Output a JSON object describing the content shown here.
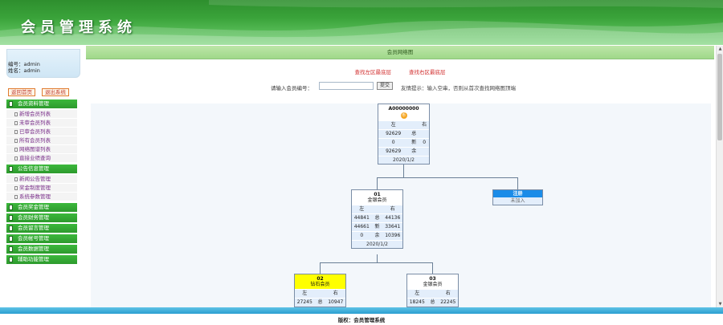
{
  "header": {
    "title": "会员管理系统"
  },
  "user": {
    "number_label": "编号：",
    "number": "admin",
    "name_label": "姓名：",
    "name": "admin"
  },
  "side_buttons": {
    "home": "返回首页",
    "exit": "退出系统"
  },
  "menu": {
    "group1": "会员资料管理",
    "group1_items": [
      "新增会员列表",
      "未审会员列表",
      "已审会员列表",
      "所有会员列表",
      "网络图谱列表",
      "直接业绩查询"
    ],
    "group2": "公告信息管理",
    "group2_items": [
      "新闻公告管理",
      "奖金制度管理",
      "系统参数管理"
    ],
    "group3": "会员奖金管理",
    "group4": "会员财务管理",
    "group5": "会员留言管理",
    "group6": "会员帐号管理",
    "group7": "会员数据管理",
    "group8": "辅助功能管理"
  },
  "main": {
    "title": "会员网络图",
    "link_left": "查找左区最底层",
    "link_right": "查找右区最底层",
    "search_label": "请输入会员编号：",
    "search_value": "",
    "search_button": "提交",
    "search_tip": "友情提示：输入空串，否则从首次查找网络图顶端"
  },
  "nodes": {
    "root": {
      "id": "A00000000",
      "badge": "币",
      "r1": [
        "左",
        "",
        "右"
      ],
      "r2": [
        "92629",
        "总",
        ""
      ],
      "r3": [
        "0",
        "新",
        "0"
      ],
      "r4": [
        "92629",
        "余",
        ""
      ],
      "date": "2020/1/2"
    },
    "n01": {
      "id": "01",
      "level": "金银会员",
      "r1": [
        "左",
        "",
        "右"
      ],
      "r2": [
        "44841",
        "总",
        "44136"
      ],
      "r3": [
        "44661",
        "新",
        "33641"
      ],
      "r4": [
        "0",
        "余",
        "10396"
      ],
      "date": "2020/1/2"
    },
    "n02": {
      "id": "02",
      "level": "钻石会员",
      "r1": [
        "左",
        "",
        "右"
      ],
      "r2": [
        "27245",
        "总",
        "10947"
      ]
    },
    "n03": {
      "id": "03",
      "level": "金银会员",
      "r1": [
        "左",
        "",
        "右"
      ],
      "r2": [
        "18245",
        "总",
        "22245"
      ]
    }
  },
  "register_node": {
    "title": "注册",
    "subtitle": "未加入"
  },
  "footer": {
    "text": "版权：会员管理系统"
  }
}
